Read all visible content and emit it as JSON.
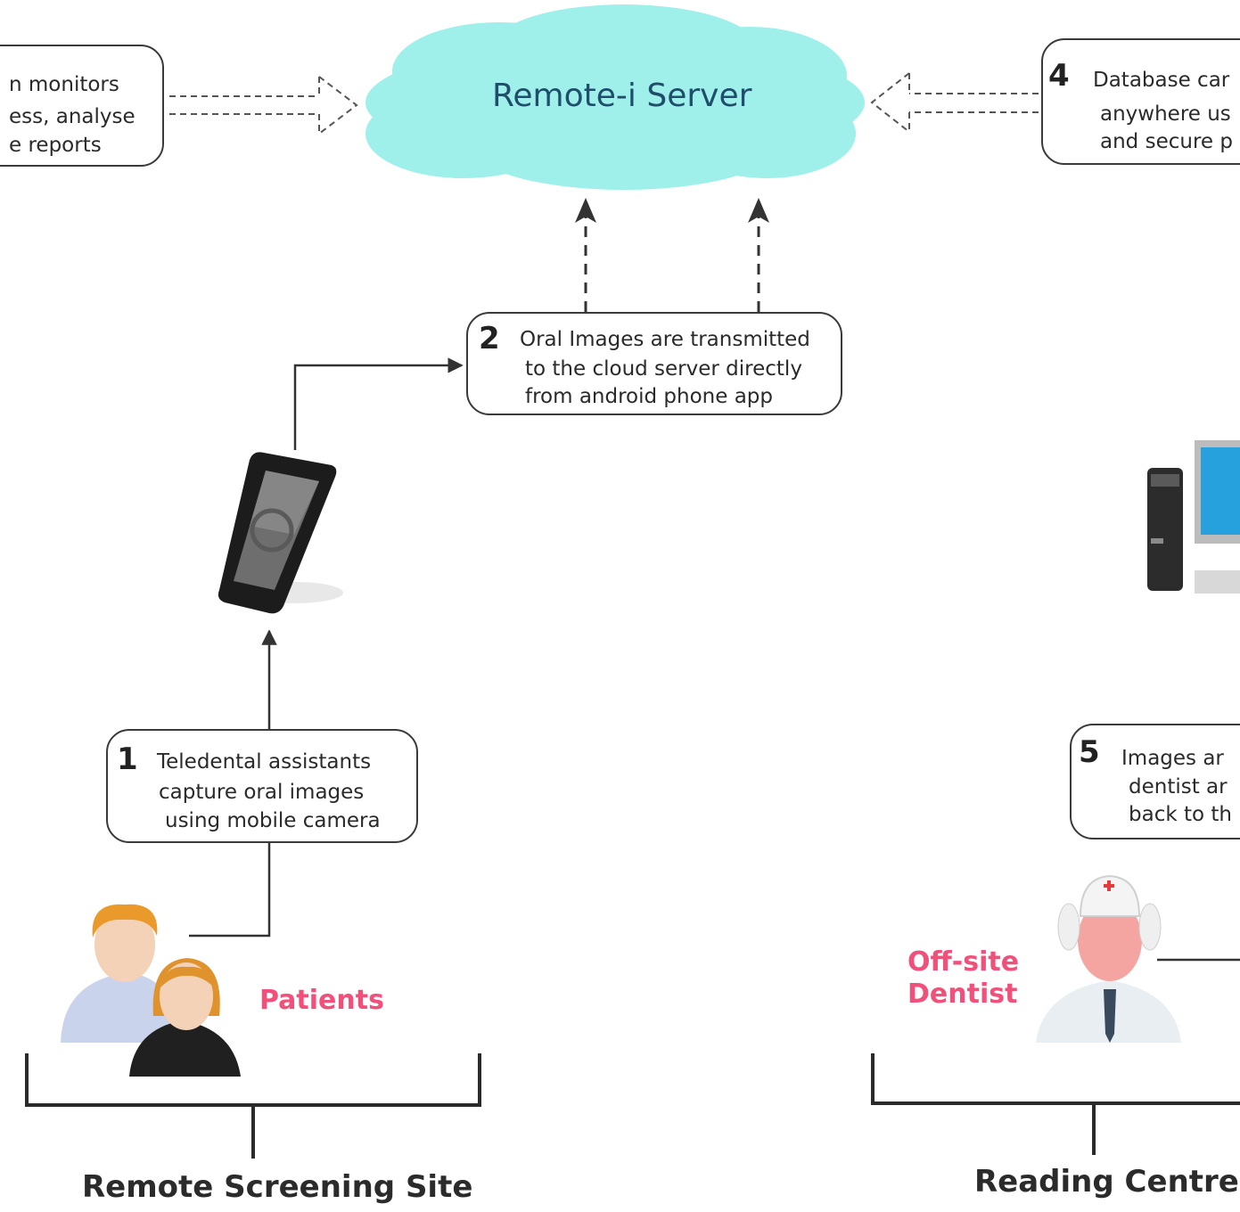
{
  "server": {
    "label": "Remote-i Server"
  },
  "step3_partial": {
    "lines": [
      "n monitors",
      "ess, analyse",
      "e reports"
    ]
  },
  "step4_partial": {
    "number": "4",
    "lines": [
      "Database car",
      "anywhere us",
      "and secure p"
    ]
  },
  "step2": {
    "number": "2",
    "lines": [
      "Oral Images are transmitted",
      "to the cloud server directly",
      "from android phone app"
    ]
  },
  "step1": {
    "number": "1",
    "lines": [
      "Teledental assistants",
      "capture oral images",
      "using mobile camera"
    ]
  },
  "step5_partial": {
    "number": "5",
    "lines": [
      "Images ar",
      "dentist ar",
      "back to th"
    ]
  },
  "patients_label": "Patients",
  "dentist_label": [
    "Off-site",
    "Dentist"
  ],
  "site_left": "Remote Screening Site",
  "site_right": "Reading Centre",
  "colors": {
    "cloud": "#9ff0ea",
    "accent": "#f0507a",
    "server_text": "#1f4d6b"
  }
}
